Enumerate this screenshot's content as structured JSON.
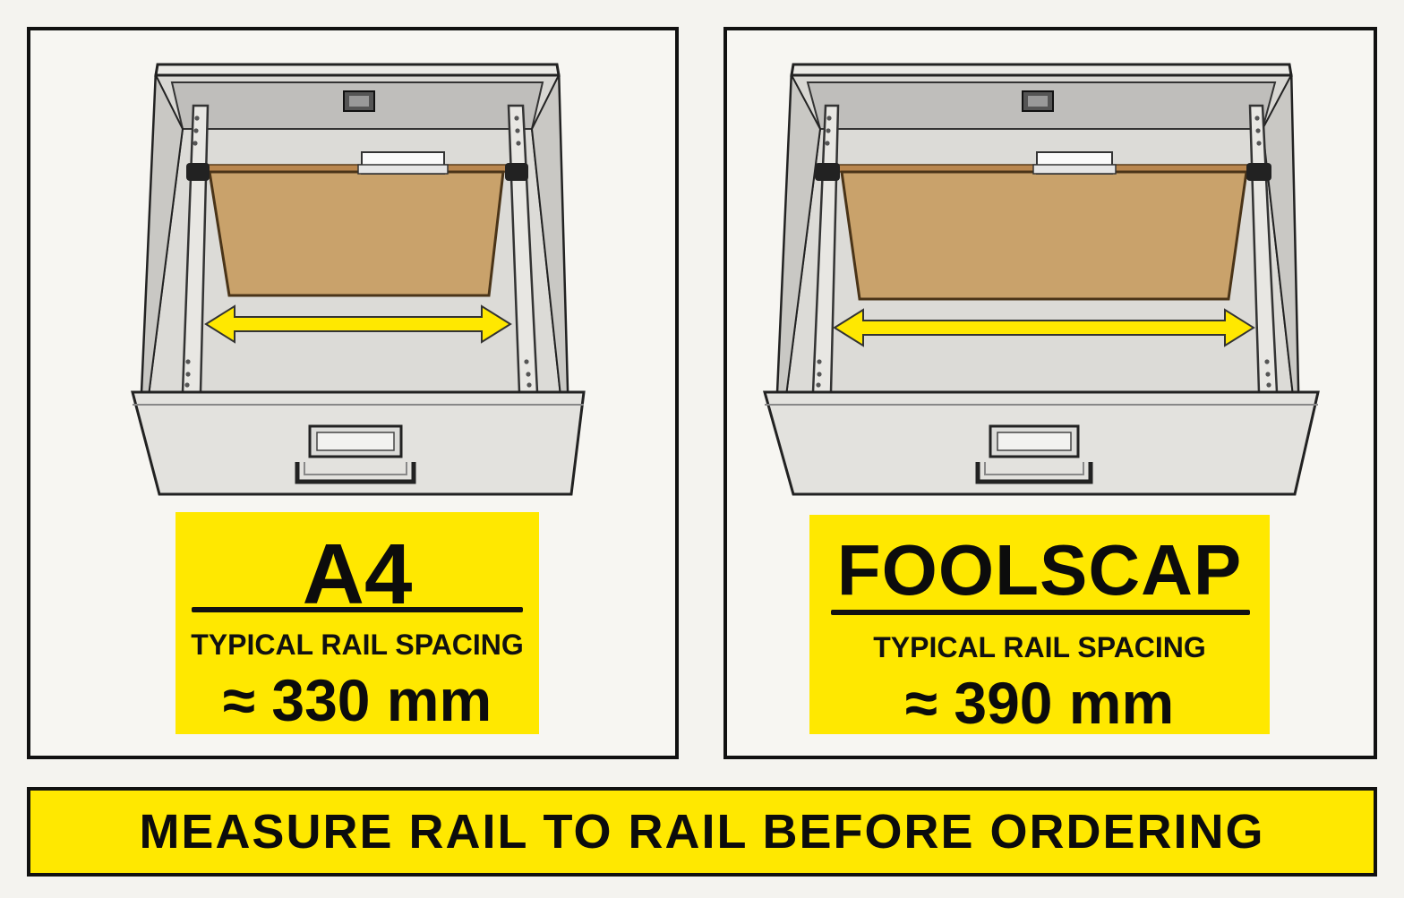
{
  "panels": [
    {
      "size_name": "A4",
      "caption": "TYPICAL RAIL SPACING",
      "spacing": "≈ 330 mm"
    },
    {
      "size_name": "FOOLSCAP",
      "caption": "TYPICAL RAIL SPACING",
      "spacing": "≈ 390 mm"
    }
  ],
  "banner": {
    "text": "MEASURE RAIL TO RAIL BEFORE ORDERING"
  },
  "colors": {
    "label_yellow": "#ffe800",
    "folder_kraft": "#c9a26b",
    "arrow_yellow": "#ffe800",
    "drawer_gray": "#e3e2de"
  }
}
